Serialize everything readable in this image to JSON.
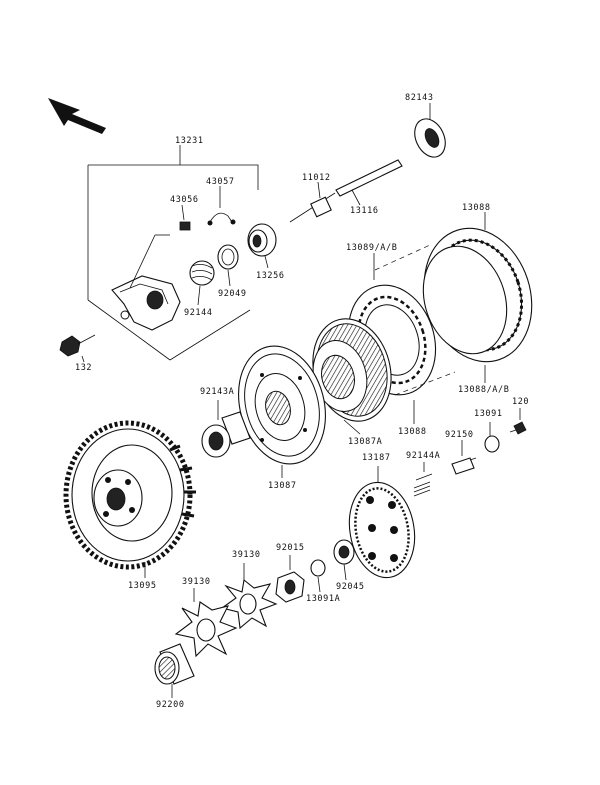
{
  "labels": {
    "p82143": "82143",
    "p13231": "13231",
    "p43057": "43057",
    "p11012": "11012",
    "p43056": "43056",
    "p13116": "13116",
    "p13256": "13256",
    "p92049": "92049",
    "p92144": "92144",
    "p132": "132",
    "p13088top": "13088",
    "p13089AB": "13089/A/B",
    "p13088AB": "13088/A/B",
    "p92143A": "92143A",
    "p13087A": "13087A",
    "p13088mid": "13088",
    "p13091": "13091",
    "p120": "120",
    "p92150": "92150",
    "p92144A": "92144A",
    "p13187": "13187",
    "p13087": "13087",
    "p13095": "13095",
    "p39130a": "39130",
    "p92015": "92015",
    "p39130b": "39130",
    "p13091A": "13091A",
    "p92045": "92045",
    "p92200": "92200"
  }
}
